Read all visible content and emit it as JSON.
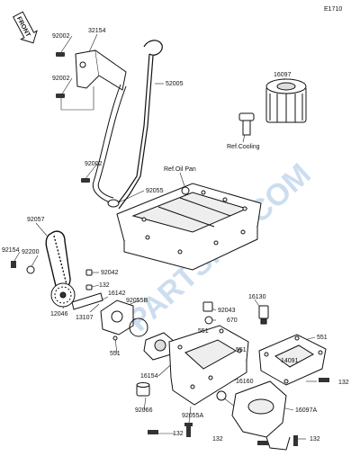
{
  "diagram": {
    "code": "E1710",
    "front_arrow": "FRONT",
    "watermark": "PARTSFLY.COM",
    "watermark_color": "#c5d8ee",
    "refs": {
      "cooling": "Ref.Cooling",
      "oil_pan": "Ref.Oil Pan"
    },
    "part_numbers": {
      "p92002_a": "92002",
      "p32154": "32154",
      "p92002_b": "92002",
      "p52005": "52005",
      "p16097": "16097",
      "p92002_c": "92002",
      "p92055": "92055",
      "p92057": "92057",
      "p92154": "92154",
      "p92200": "92200",
      "p92042": "92042",
      "p132_a": "132",
      "p16142": "16142",
      "p92055B": "92055B",
      "p12046": "12046",
      "p13107": "13107",
      "p551_a": "551",
      "p92043": "92043",
      "p670": "670",
      "p16130": "16130",
      "p551_b": "551",
      "p551_c": "551",
      "p551_d": "551",
      "p16154": "16154",
      "p16160": "16160",
      "p14091": "14091",
      "p132_b": "132",
      "p132_c": "132",
      "p92066": "92066",
      "p92055A": "92055A",
      "p16097A": "16097A",
      "p132_d": "132",
      "p132_e": "132"
    }
  }
}
